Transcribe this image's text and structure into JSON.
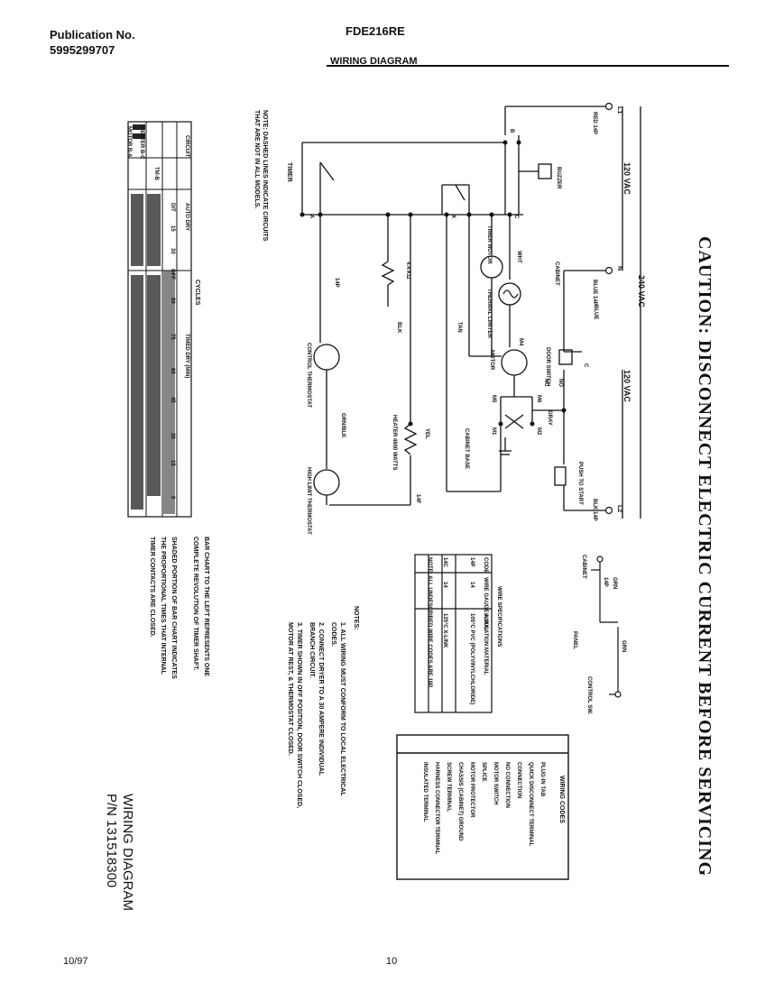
{
  "header": {
    "pub_label": "Publication No.",
    "pub_number": "5995299707",
    "model": "FDE216RE",
    "title": "WIRING DIAGRAM"
  },
  "caution": "CAUTION: DISCONNECT ELECTRIC CURRENT BEFORE SERVICING",
  "supply": {
    "v120_left": "120 VAC",
    "v240": "240 VAC",
    "v120_right": "120 VAC",
    "l1": "L1",
    "l1_wire": "RED 14P",
    "l2": "L2",
    "l2_wire": "BLK 14P",
    "n": "N",
    "n_wire": "BLUE 14P"
  },
  "components": {
    "buzzer": "BUZZER",
    "timer": "TIMER",
    "timer_motor": "TIMER MOTOR",
    "thermal_limiter": "THERMAL LIMITER",
    "motor": "MOTOR",
    "door_switch": "DOOR SWITCH",
    "push_to_start": "PUSH TO START",
    "heater": "HEATER 4800 WATTS",
    "control_thermostat": "CONTROL THERMOSTAT",
    "high_limit_thermostat": "HIGH LIMIT THERMOSTAT",
    "resistor": "4.4 KΩ",
    "cabinet": "CABINET",
    "cabinet_base": "CABINET BASE",
    "gray": "GRAY",
    "grn_blk": "GRN/BLK",
    "wht": "WHT",
    "tan": "TAN",
    "blk": "BLK",
    "blue": "BLUE",
    "yel": "YEL",
    "no": "NO",
    "nc": "NC",
    "c": "C",
    "m1": "M1",
    "m2": "M2",
    "m4": "M4",
    "m5": "M5",
    "m6": "M6",
    "wire_14p": "14P",
    "wire_14f": "14F",
    "term_a": "A",
    "term_b": "B",
    "term_c": "C",
    "term_x": "X"
  },
  "note": "NOTE: DASHED LINES INDICATE CIRCUITS THAT ARE NOT IN ALL MODELS.",
  "cycles": {
    "title": "CYCLES",
    "circuit_header": "CIRCUIT",
    "columns": [
      "AUTO DRY",
      "OFF",
      "TIMED DRY (MIN)"
    ],
    "timed_values": [
      "80",
      "75",
      "60",
      "45",
      "30",
      "15",
      "0"
    ],
    "auto_values": [
      "DIT",
      "15",
      "30"
    ],
    "rows": [
      "TM-B",
      "HEATER B-C",
      "MOTOR B-A"
    ]
  },
  "grounds": {
    "cabinet": "CABINET",
    "panel": "PANEL",
    "control_sw": "CONTROL SW.",
    "grn": "GRN",
    "wire_14p": "14P"
  },
  "wire_spec": {
    "title": "WIRE SPECIFICATIONS",
    "headers": [
      "CODE",
      "WIRE GAUGE A.W.G.",
      "INSULATION MATERIAL"
    ],
    "rows": [
      [
        "14P",
        "14",
        "105°C PVC (POLYVINYLCHLORIDE)"
      ],
      [
        "14C",
        "14",
        "125°C X-LINK"
      ]
    ],
    "note": "NOTE: ALL UNDESCRIBED WIRE CODES ARE 18P."
  },
  "notes": {
    "title": "NOTES:",
    "items": [
      "1. ALL WIRING MUST CONFORM TO LOCAL ELECTRICAL CODES.",
      "2. CONNECT DRYER TO A 30 AMPERE INDIVIDUAL BRANCH CIRCUIT.",
      "3. TIMER SHOWN IN OFF POSITION, DOOR SWITCH CLOSED, MOTOR AT REST, & THERMOSTAT CLOSED."
    ]
  },
  "bar_chart_note": [
    "BAR CHART TO THE LEFT REPRESENTS ONE",
    "COMPLETE REVOLUTION OF TIMER SHAFT.",
    "SHADED PORTION OF BAR CHART INDICATES",
    "THE PROPORTIONAL TIMES THAT INTERNAL",
    "TIMER CONTACTS ARE CLOSED."
  ],
  "wiring_codes": {
    "title": "WIRING CODES",
    "items": [
      "PLUG-IN TAB",
      "QUICK DISCONNECT TERMINAL",
      "CONNECTION",
      "NO CONNECTION",
      "MOTOR SWITCH",
      "SPLICE",
      "MOTOR PROTECTOR",
      "CHASSIS (CABINET) GROUND",
      "SCREW TERMINAL",
      "HARNESS CONNECTOR TERMINAL",
      "INSULATED TERMINAL"
    ]
  },
  "part_label": "WIRING DIAGRAM",
  "part_number": "P/N 131518300",
  "footer": {
    "date": "10/97",
    "page": "10"
  }
}
